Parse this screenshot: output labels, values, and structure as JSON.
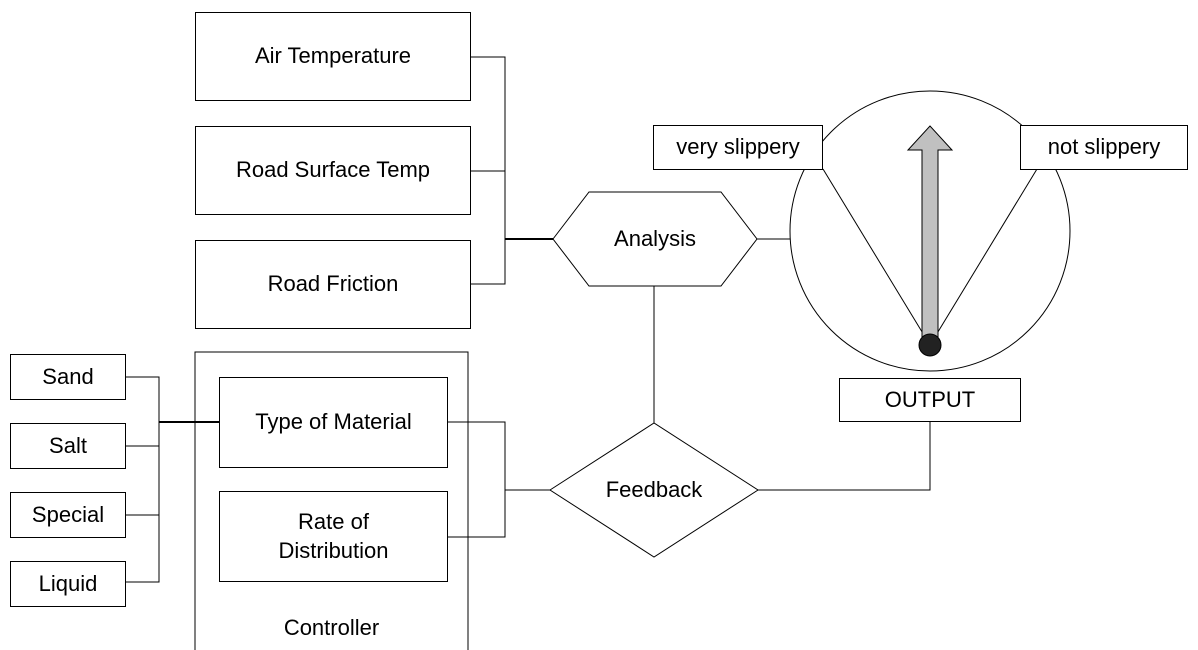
{
  "inputs": {
    "air_temperature": "Air Temperature",
    "road_surface_temp": "Road Surface Temp",
    "road_friction": "Road Friction"
  },
  "materials": {
    "sand": "Sand",
    "salt": "Salt",
    "special": "Special",
    "liquid": "Liquid"
  },
  "controller": {
    "title": "Controller",
    "type_of_material": "Type of Material",
    "rate_of_distribution": "Rate of Distribution"
  },
  "analysis": "Analysis",
  "feedback": "Feedback",
  "gauge": {
    "left_label": "very slippery",
    "right_label": "not slippery",
    "output_label": "OUTPUT"
  }
}
